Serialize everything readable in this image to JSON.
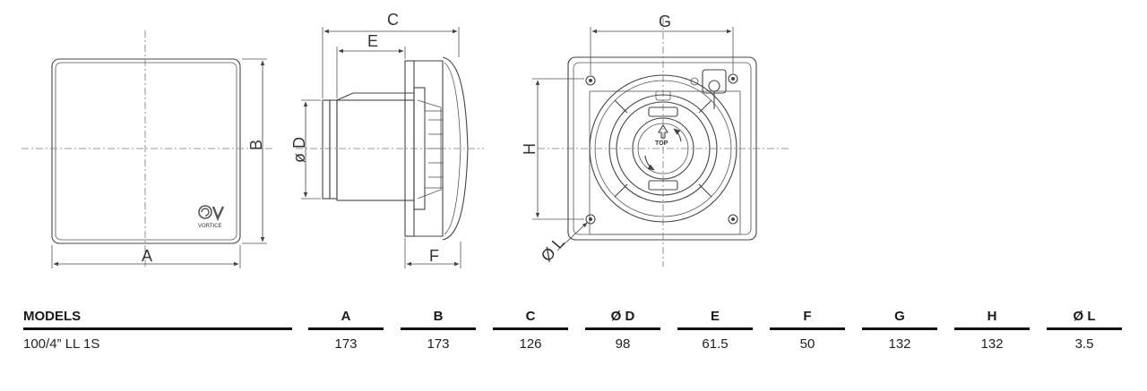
{
  "drawing": {
    "labels": {
      "a": "A",
      "b": "B",
      "c": "C",
      "d": "ø D",
      "e": "E",
      "f": "F",
      "g": "G",
      "h": "H",
      "l": "Ø L"
    },
    "logo": {
      "brand": "VORTICE"
    },
    "center_badge": "TOP"
  },
  "table": {
    "headers": [
      "MODELS",
      "A",
      "B",
      "C",
      "Ø D",
      "E",
      "F",
      "G",
      "H",
      "Ø L"
    ],
    "rows": [
      {
        "model": "100/4” LL 1S",
        "a": "173",
        "b": "173",
        "c": "126",
        "d": "98",
        "e": "61.5",
        "f": "50",
        "g": "132",
        "h": "132",
        "l": "3.5"
      }
    ]
  }
}
